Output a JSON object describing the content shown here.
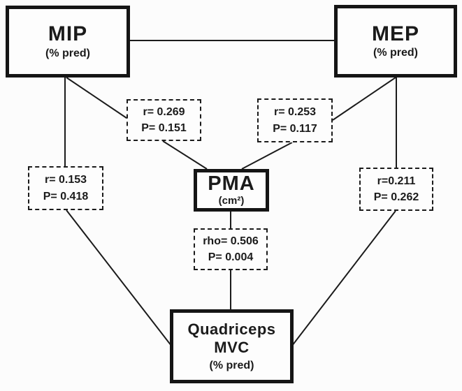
{
  "figure": {
    "description": "Correlation path diagram between respiratory and muscle measures",
    "background_color": "#fcfcfc",
    "ink_color": "#1b1b1b"
  },
  "nodes": {
    "mip": {
      "title": "MIP",
      "subtitle": "(% pred)"
    },
    "mep": {
      "title": "MEP",
      "subtitle": "(% pred)"
    },
    "pma": {
      "title": "PMA",
      "subtitle": "(cm²)"
    },
    "qmvc": {
      "title_line1": "Quadriceps",
      "title_line2": "MVC",
      "subtitle": "(% pred)"
    }
  },
  "labels": {
    "mip_pma": {
      "line1": "r= 0.269",
      "line2": "P= 0.151"
    },
    "mep_pma": {
      "line1": "r= 0.253",
      "line2": "P= 0.117"
    },
    "mip_qmvc": {
      "line1": "r= 0.153",
      "line2": "P= 0.418"
    },
    "mep_qmvc": {
      "line1": "r=0.211",
      "line2": "P= 0.262"
    },
    "pma_qmvc": {
      "line1": "rho= 0.506",
      "line2": "P= 0.004"
    }
  }
}
